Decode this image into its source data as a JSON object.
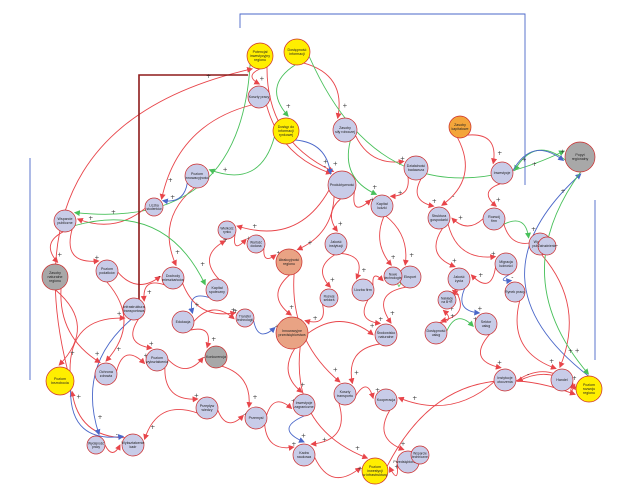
{
  "colors": {
    "background": "#ffffff",
    "edge_red": "#e8454a",
    "edge_blue": "#4a67c9",
    "edge_green": "#48c05a",
    "edge_darkred": "#8e1a1a",
    "node_blue": "#c8cce8",
    "node_yellow": "#ffee00",
    "node_orange": "#f3a53a",
    "node_salmon": "#e9a384",
    "node_gray": "#a8a8a8",
    "node_outline": "#cc2a2a",
    "label_text": "#222222"
  },
  "nodes": [
    {
      "id": "n01",
      "lines": [
        "Potencjał",
        "inwestycyjny",
        "regionu"
      ],
      "color": "yellow"
    },
    {
      "id": "n02",
      "lines": [
        "Dostępność",
        "informacji"
      ],
      "color": "yellow"
    },
    {
      "id": "n03",
      "lines": [
        "Koszty pracy"
      ],
      "color": "blue"
    },
    {
      "id": "n04",
      "lines": [
        "Dostęp do",
        "informacji",
        "rynkowej"
      ],
      "color": "yellow"
    },
    {
      "id": "n05",
      "lines": [
        "Zasoby",
        "siły roboczej"
      ],
      "color": "blue"
    },
    {
      "id": "n06",
      "lines": [
        "Zasoby",
        "kapitałowe"
      ],
      "color": "orange"
    },
    {
      "id": "n07",
      "lines": [
        "Popyt",
        "regionalny"
      ],
      "color": "gray"
    },
    {
      "id": "n08",
      "lines": [
        "Poziom",
        "innowacyjności"
      ],
      "color": "blue"
    },
    {
      "id": "n09",
      "lines": [
        "Produktywność"
      ],
      "color": "blue"
    },
    {
      "id": "n10",
      "lines": [
        "Działalność",
        "badawcza"
      ],
      "color": "blue"
    },
    {
      "id": "n11",
      "lines": [
        "Inwestycje"
      ],
      "color": "blue"
    },
    {
      "id": "n12",
      "lines": [
        "Rozwój",
        "firm"
      ],
      "color": "blue"
    },
    {
      "id": "n13",
      "lines": [
        "Struktura",
        "gospodarki"
      ],
      "color": "blue"
    },
    {
      "id": "n14",
      "lines": [
        "Kapitał",
        "ludzki"
      ],
      "color": "blue"
    },
    {
      "id": "n15",
      "lines": [
        "Wydatki",
        "publiczne"
      ],
      "color": "blue"
    },
    {
      "id": "n16",
      "lines": [
        "Wsparcie",
        "publiczne"
      ],
      "color": "blue"
    },
    {
      "id": "n17",
      "lines": [
        "Migracja",
        "ludności"
      ],
      "color": "blue"
    },
    {
      "id": "n18",
      "lines": [
        "Rynek pracy"
      ],
      "color": "blue"
    },
    {
      "id": "n19",
      "lines": [
        "Zasoby",
        "naturalne",
        "regionu"
      ],
      "color": "gray"
    },
    {
      "id": "n20",
      "lines": [
        "Poziom",
        "podatków"
      ],
      "color": "blue"
    },
    {
      "id": "n21",
      "lines": [
        "Dochody",
        "mieszkańców"
      ],
      "color": "blue"
    },
    {
      "id": "n22",
      "lines": [
        "Atrakcyjność",
        "regionu"
      ],
      "color": "salmon"
    },
    {
      "id": "n23",
      "lines": [
        "Jakość",
        "instytucji"
      ],
      "color": "blue"
    },
    {
      "id": "n24",
      "lines": [
        "Kapitał",
        "społeczny"
      ],
      "color": "blue"
    },
    {
      "id": "n25",
      "lines": [
        "Eksport"
      ],
      "color": "blue"
    },
    {
      "id": "n26",
      "lines": [
        "Jakość",
        "życia"
      ],
      "color": "blue"
    },
    {
      "id": "n27",
      "lines": [
        "Liczba firm"
      ],
      "color": "blue"
    },
    {
      "id": "n28",
      "lines": [
        "Infrastruktura",
        "transportowa"
      ],
      "color": "blue"
    },
    {
      "id": "n29",
      "lines": [
        "Edukacja"
      ],
      "color": "blue"
    },
    {
      "id": "n30",
      "lines": [
        "Środowisko",
        "naturalne"
      ],
      "color": "blue"
    },
    {
      "id": "n31",
      "lines": [
        "Poziom",
        "bezrobocia"
      ],
      "color": "yellow"
    },
    {
      "id": "n32",
      "lines": [
        "Dostępność",
        "usług"
      ],
      "color": "blue"
    },
    {
      "id": "n33",
      "lines": [
        "Sektor",
        "usług"
      ],
      "color": "blue"
    },
    {
      "id": "n34",
      "lines": [
        "Ochrona",
        "zdrowia"
      ],
      "color": "blue"
    },
    {
      "id": "n35",
      "lines": [
        "Innowacyjne",
        "przedsiębiorstwa"
      ],
      "color": "salmon"
    },
    {
      "id": "n36",
      "lines": [
        "Poziom",
        "wykształcenia"
      ],
      "color": "blue"
    },
    {
      "id": "n37",
      "lines": [
        "Konkurencja"
      ],
      "color": "gray"
    },
    {
      "id": "n38",
      "lines": [
        "Handel"
      ],
      "color": "blue"
    },
    {
      "id": "n39",
      "lines": [
        "Instytucje",
        "otoczenia"
      ],
      "color": "blue"
    },
    {
      "id": "n40",
      "lines": [
        "Koszty",
        "transportu"
      ],
      "color": "blue"
    },
    {
      "id": "n41",
      "lines": [
        "Kooperacja"
      ],
      "color": "blue"
    },
    {
      "id": "n42",
      "lines": [
        "Przepływ",
        "wiedzy"
      ],
      "color": "blue"
    },
    {
      "id": "n43",
      "lines": [
        "Przemysł"
      ],
      "color": "blue"
    },
    {
      "id": "n44",
      "lines": [
        "Inwestycje",
        "zagraniczne"
      ],
      "color": "blue"
    },
    {
      "id": "n45",
      "lines": [
        "Poziom",
        "rozwoju",
        "regionu"
      ],
      "color": "yellow"
    },
    {
      "id": "n46",
      "lines": [
        "Wykształcenie",
        "kadr"
      ],
      "color": "blue"
    },
    {
      "id": "n47",
      "lines": [
        "Kadra",
        "naukowa"
      ],
      "color": "blue"
    },
    {
      "id": "n48",
      "lines": [
        "Przedsiębiorczość"
      ],
      "color": "blue"
    },
    {
      "id": "n49",
      "lines": [
        "Zatrudnienie"
      ],
      "color": "blue"
    },
    {
      "id": "n50",
      "lines": [
        "Wsparcie",
        "techniczne"
      ],
      "color": "blue"
    },
    {
      "id": "n51",
      "lines": [
        "Wielkość",
        "rynku"
      ],
      "color": "blue"
    },
    {
      "id": "n52",
      "lines": [
        "Wartość",
        "dodana"
      ],
      "color": "blue"
    },
    {
      "id": "n53",
      "lines": [
        "Poziom",
        "inwestycji",
        "w infrastrukturę"
      ],
      "color": "yellow"
    },
    {
      "id": "n54",
      "lines": [
        "Wydajność",
        "pracy"
      ],
      "color": "blue"
    },
    {
      "id": "n55",
      "lines": [
        "Liczba",
        "studentów"
      ],
      "color": "blue"
    },
    {
      "id": "n56",
      "lines": [
        "Transfer",
        "technologii"
      ],
      "color": "blue"
    },
    {
      "id": "n57",
      "lines": [
        "Rozwój",
        "sektora"
      ],
      "color": "blue"
    },
    {
      "id": "n58",
      "lines": [
        "Nakłady",
        "na B+R"
      ],
      "color": "blue"
    },
    {
      "id": "n59",
      "lines": [
        "Nowe",
        "technologie"
      ],
      "color": "blue"
    }
  ]
}
